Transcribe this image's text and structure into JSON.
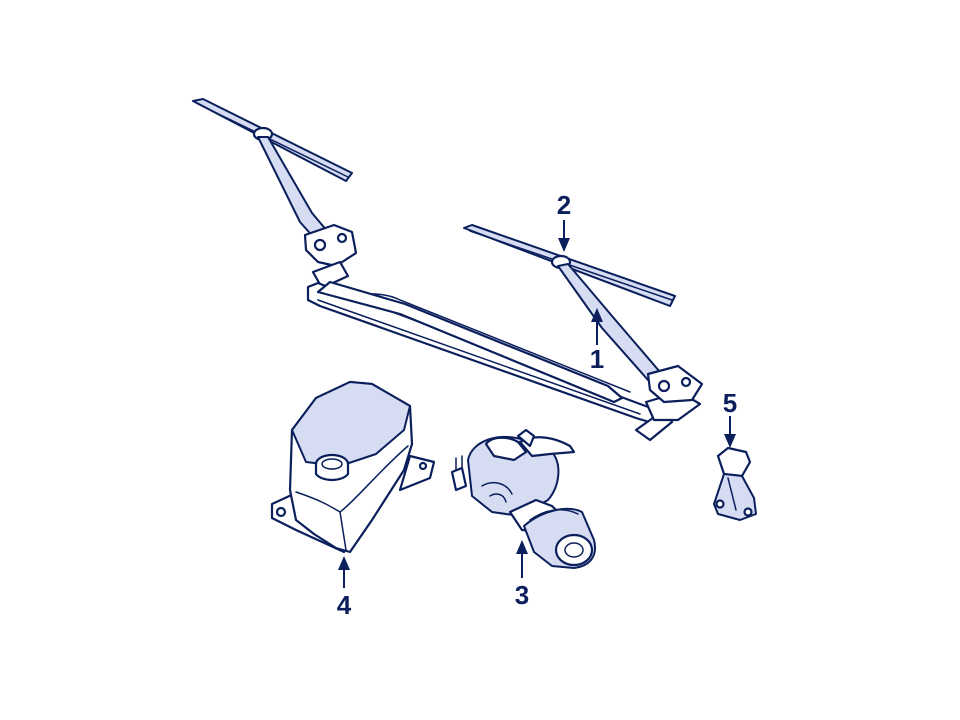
{
  "callouts": [
    {
      "id": "1",
      "label": "1"
    },
    {
      "id": "2",
      "label": "2"
    },
    {
      "id": "3",
      "label": "3"
    },
    {
      "id": "4",
      "label": "4"
    },
    {
      "id": "5",
      "label": "5"
    }
  ],
  "colors": {
    "ink": "#0a1f5c",
    "shade": "#d6dcf2",
    "background": "#ffffff"
  }
}
